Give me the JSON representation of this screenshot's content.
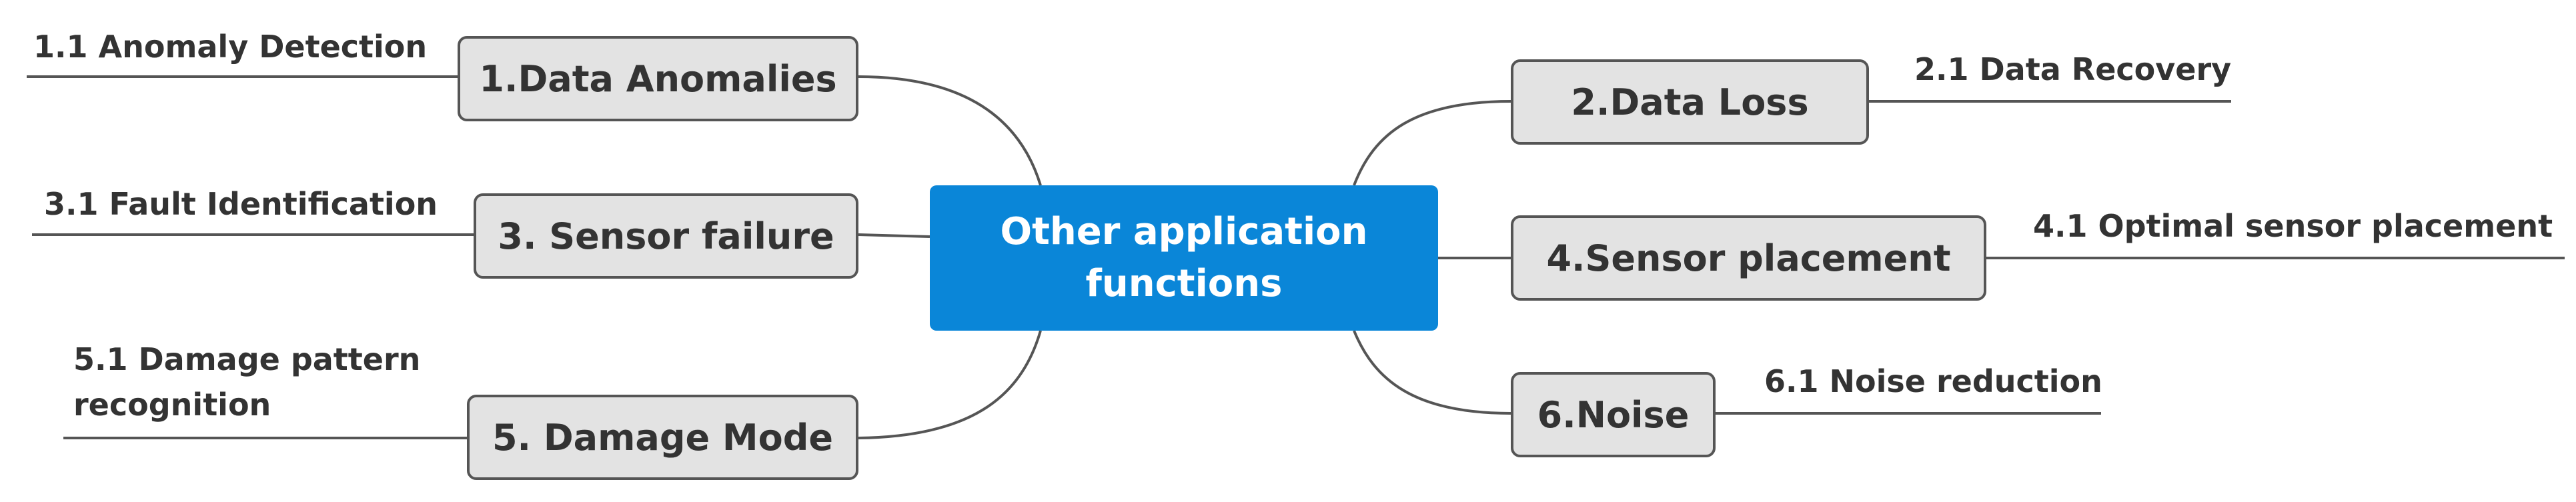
{
  "diagram": {
    "central_topic": {
      "line1": "Other application",
      "line2": "functions"
    },
    "branches": [
      {
        "label": "1.Data Anomalies",
        "leaf": "1.1 Anomaly Detection"
      },
      {
        "label": "2.Data Loss",
        "leaf": "2.1 Data Recovery"
      },
      {
        "label": "3. Sensor failure",
        "leaf": "3.1 Fault Identification"
      },
      {
        "label": "4.Sensor placement",
        "leaf": "4.1 Optimal sensor placement"
      },
      {
        "label": "5. Damage Mode",
        "leaf_line1": "5.1 Damage pattern",
        "leaf_line2": "recognition"
      },
      {
        "label": "6.Noise",
        "leaf": "6.1 Noise reduction"
      }
    ],
    "colors": {
      "central": "#0a86d8",
      "branch_fill": "#e3e3e3",
      "line": "#555555",
      "text": "#333333"
    }
  }
}
